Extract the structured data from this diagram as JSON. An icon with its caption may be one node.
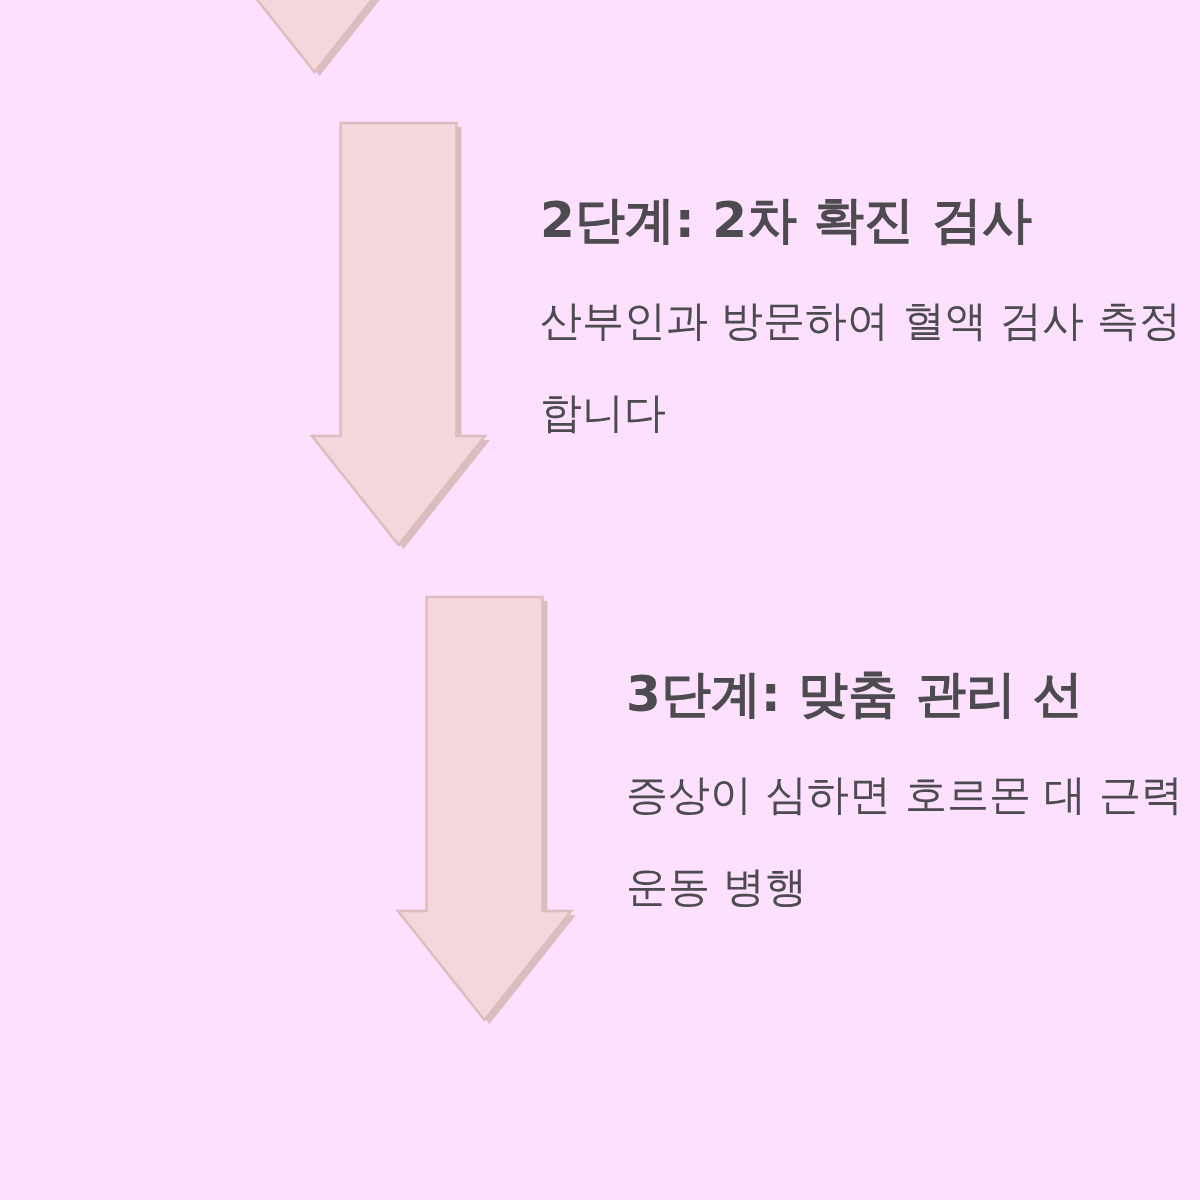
{
  "diagram": {
    "nodes": [
      {
        "text": [],
        "shape": "arrow"
      },
      {
        "text": [],
        "shape": "arrow"
      },
      {
        "text": [
          "2단계: 2차 확진 검사",
          "산부인과 방문하여 혈액 검사 측정합니다"
        ]
      },
      {
        "text": [],
        "shape": "arrow"
      },
      {
        "text": [
          "3단계: 맞춤 관리 선",
          "증상이 심하면 호르몬 대 근력 운동 병행"
        ]
      }
    ]
  }
}
